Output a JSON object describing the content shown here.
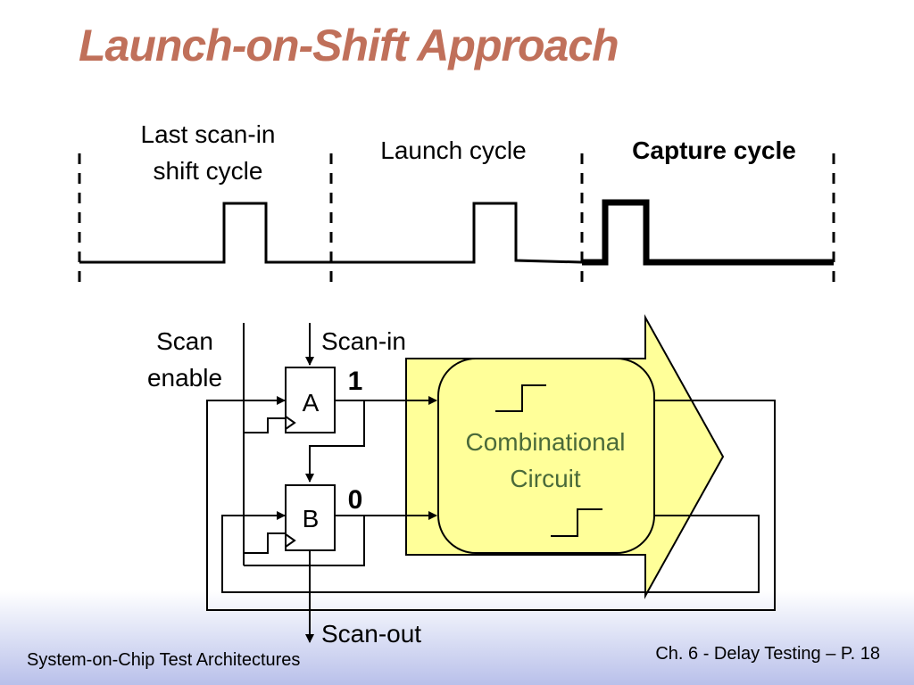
{
  "slide": {
    "title": "Launch-on-Shift Approach"
  },
  "timing": {
    "last_shift_line1": "Last scan-in",
    "last_shift_line2": "shift cycle",
    "launch_cycle": "Launch cycle",
    "capture_cycle": "Capture cycle"
  },
  "circuit": {
    "scan_enable_line1": "Scan",
    "scan_enable_line2": "enable",
    "scan_in": "Scan-in",
    "scan_out": "Scan-out",
    "ff_a": "A",
    "ff_b": "B",
    "value_a": "1",
    "value_b": "0",
    "comb_line1": "Combinational",
    "comb_line2": "Circuit"
  },
  "footer": {
    "left": "System-on-Chip Test Architectures",
    "right": "Ch. 6 - Delay Testing – P. 18"
  },
  "colors": {
    "title": "#c0705a",
    "cloud_fill": "#ffff99",
    "cloud_text": "#4a6a3a"
  }
}
